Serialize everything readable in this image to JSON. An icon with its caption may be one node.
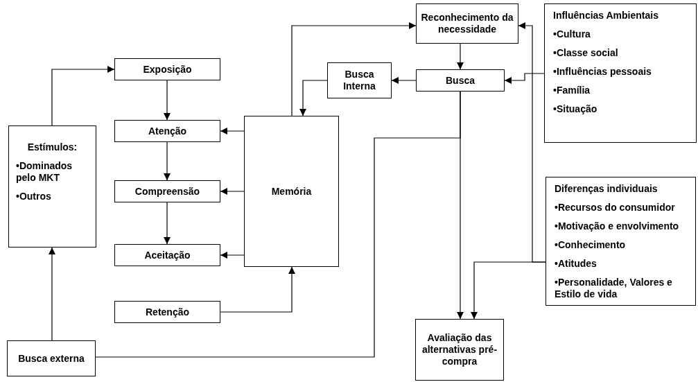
{
  "diagram": {
    "nodes": [
      {
        "text": [
          "Reconhecimento da necessidade"
        ]
      },
      {
        "text": [
          "Influências Ambientais",
          "•Cultura",
          "•Classe social",
          "•Influências pessoais",
          "•Família",
          "•Situação"
        ]
      },
      {
        "text": [
          "Busca Interna"
        ]
      },
      {
        "text": [
          "Busca"
        ]
      },
      {
        "text": [
          "Exposição"
        ]
      },
      {
        "text": [
          "Estímulos:",
          "•Dominados pelo MKT",
          "•Outros"
        ]
      },
      {
        "text": [
          "Atenção"
        ]
      },
      {
        "text": [
          "Memória"
        ]
      },
      {
        "text": [
          "Compreensão"
        ]
      },
      {
        "text": [
          "Aceitação"
        ]
      },
      {
        "text": [
          "Retenção"
        ]
      },
      {
        "text": [
          "Diferenças individuais",
          "•Recursos do consumidor",
          "•Motivação e envolvimento",
          "•Conhecimento",
          "•Atitudes",
          "•Personalidade, Valores e Estilo de vida"
        ]
      },
      {
        "text": [
          "Busca externa"
        ]
      },
      {
        "text": [
          "Avaliação das alternativas pré-compra"
        ]
      }
    ],
    "edges": [
      {
        "from": 7,
        "to": 0,
        "arrow": "to"
      },
      {
        "from": 0,
        "to": 3,
        "arrow": "to"
      },
      {
        "from": 3,
        "to": 2,
        "arrow": "to"
      },
      {
        "from": 2,
        "to": 7,
        "arrow": "to"
      },
      {
        "from": 1,
        "to": 3,
        "arrow": "to"
      },
      {
        "from": 11,
        "to": 0,
        "arrow": "to"
      },
      {
        "from": 11,
        "to": 13,
        "arrow": "to"
      },
      {
        "from": 3,
        "to": 13,
        "arrow": "to"
      },
      {
        "from": 3,
        "to": 12,
        "arrow": "to"
      },
      {
        "from": 4,
        "to": 6,
        "arrow": "to"
      },
      {
        "from": 6,
        "to": 8,
        "arrow": "to"
      },
      {
        "from": 8,
        "to": 9,
        "arrow": "to"
      },
      {
        "from": 7,
        "to": 6,
        "arrow": "to"
      },
      {
        "from": 7,
        "to": 8,
        "arrow": "to"
      },
      {
        "from": 7,
        "to": 9,
        "arrow": "to"
      },
      {
        "from": 10,
        "to": 7,
        "arrow": "to"
      },
      {
        "from": 5,
        "to": 4,
        "arrow": "to"
      },
      {
        "from": 12,
        "to": 5,
        "arrow": "to"
      }
    ]
  }
}
